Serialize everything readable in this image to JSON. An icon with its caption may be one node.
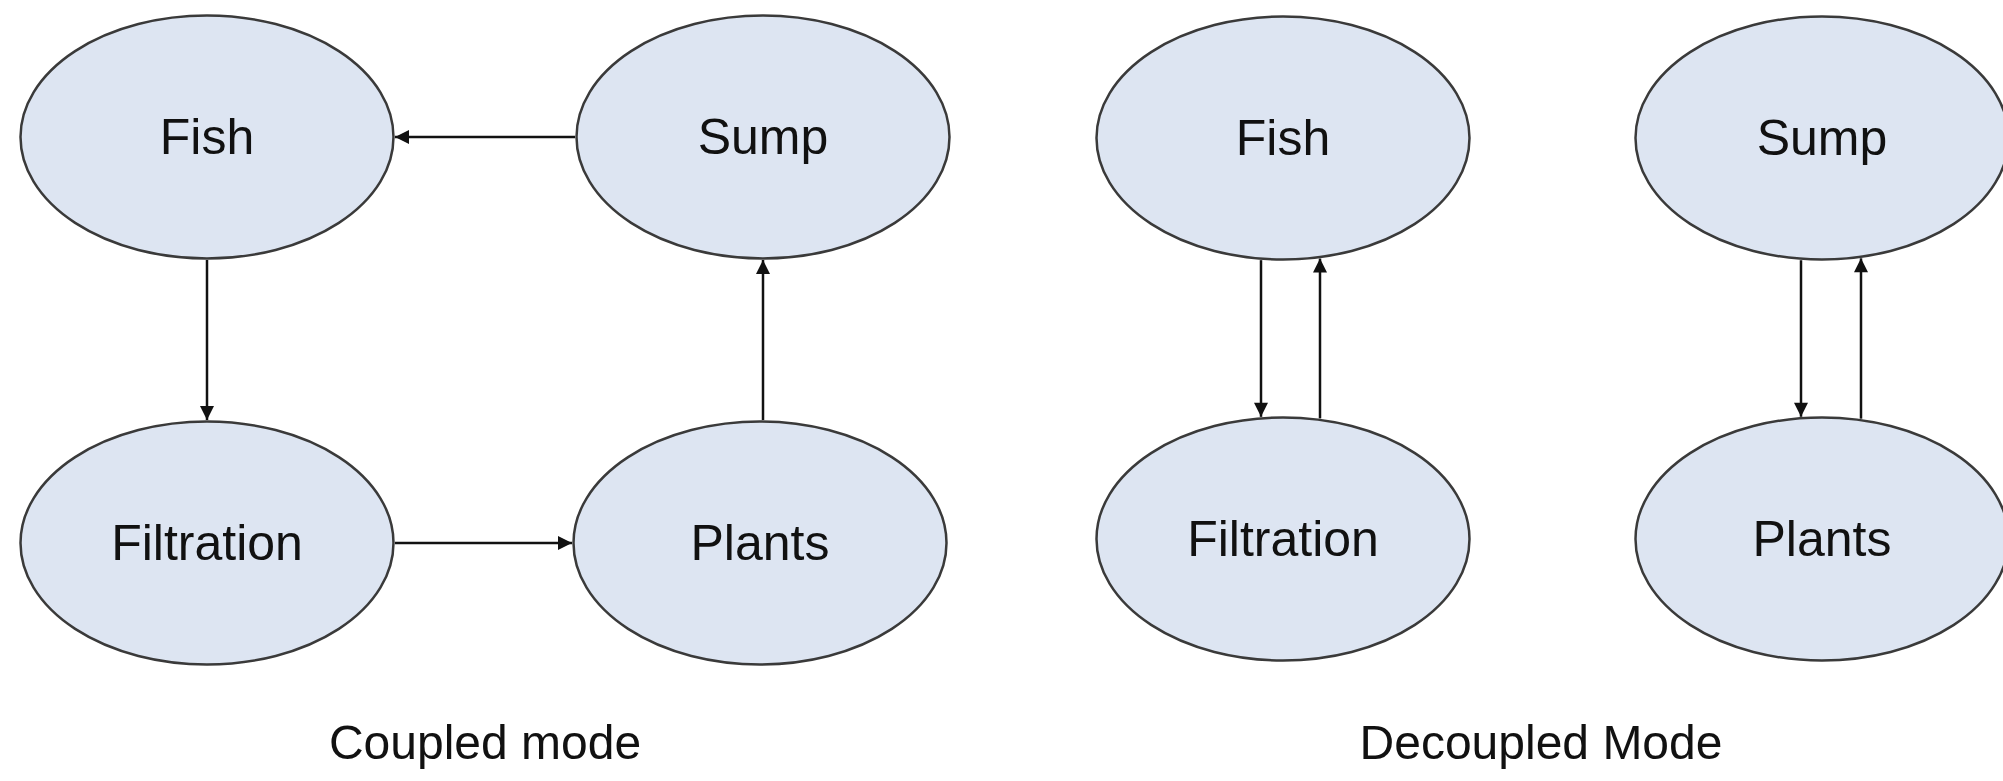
{
  "diagram": {
    "nodes": [
      {
        "text": [
          "Fish"
        ]
      },
      {
        "text": [
          "Sump"
        ]
      },
      {
        "text": [
          "Filtration"
        ]
      },
      {
        "text": [
          "Plants"
        ]
      },
      {
        "text": [
          "Fish"
        ]
      },
      {
        "text": [
          "Sump"
        ]
      },
      {
        "text": [
          "Filtration"
        ]
      },
      {
        "text": [
          "Plants"
        ]
      }
    ],
    "edges": [
      {
        "from": 1,
        "to": 0,
        "arrow": "to"
      },
      {
        "from": 0,
        "to": 2,
        "arrow": "to"
      },
      {
        "from": 2,
        "to": 3,
        "arrow": "to"
      },
      {
        "from": 3,
        "to": 1,
        "arrow": "to"
      },
      {
        "from": 4,
        "to": 6,
        "arrow": "to"
      },
      {
        "from": 6,
        "to": 4,
        "arrow": "to"
      },
      {
        "from": 5,
        "to": 7,
        "arrow": "to"
      },
      {
        "from": 7,
        "to": 5,
        "arrow": "to"
      }
    ],
    "labels": [
      "Coupled mode",
      "Decoupled Mode"
    ]
  }
}
